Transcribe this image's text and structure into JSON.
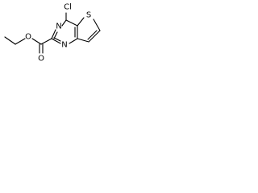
{
  "molecule": {
    "atoms": {
      "chlorine": "Cl",
      "nitrogen_top": "N",
      "nitrogen_bottom": "N",
      "sulfur": "S",
      "oxygen_ester": "O",
      "oxygen_carbonyl": "O"
    }
  },
  "colors": {
    "bond": "#000000",
    "label": "#000000",
    "background": "#ffffff"
  }
}
